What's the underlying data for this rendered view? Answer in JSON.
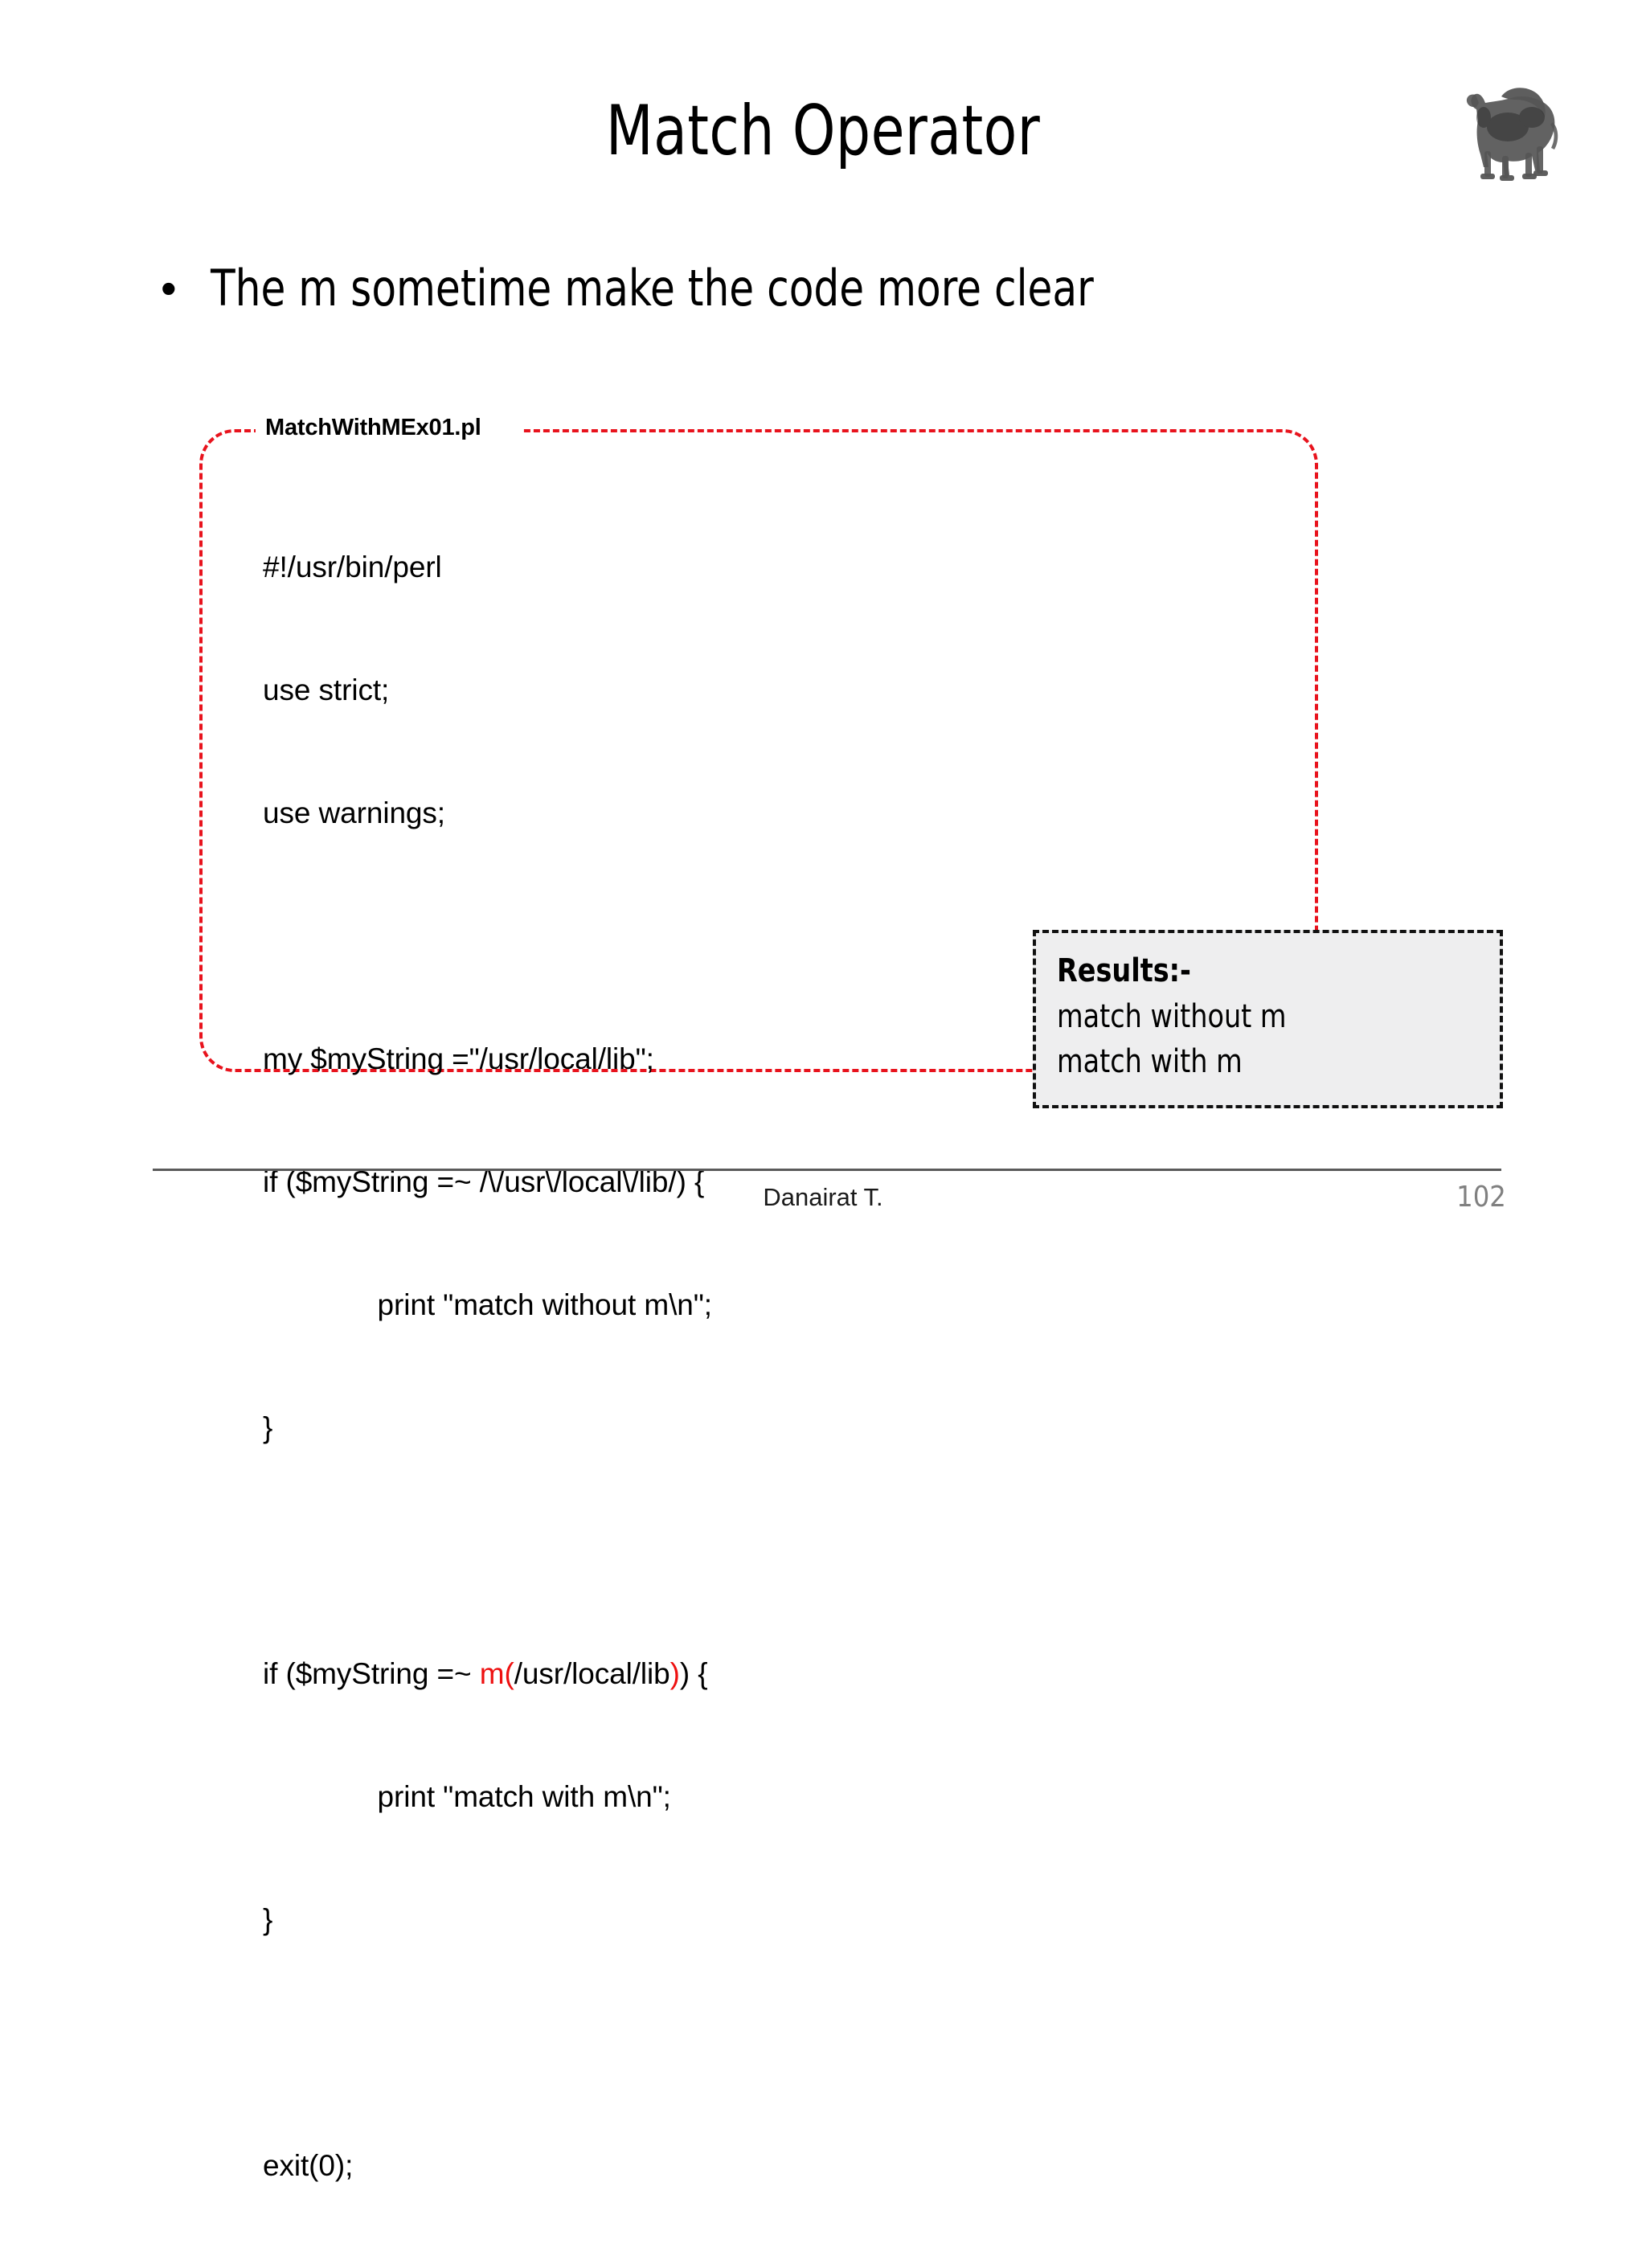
{
  "slide": {
    "title": "Match Operator",
    "page_number": "102",
    "footer_author": "Danairat T.",
    "logo_icon": "perl-camel-icon"
  },
  "bullets": [
    {
      "marker": "•",
      "text": "The m sometime make the code more clear"
    }
  ],
  "code_callout": {
    "file_label": "MatchWithMEx01.pl",
    "border_color": "#e8131d",
    "highlight_color": "#ee1111",
    "lines": [
      {
        "type": "plain",
        "text": "#!/usr/bin/perl"
      },
      {
        "type": "plain",
        "text": "use strict;"
      },
      {
        "type": "plain",
        "text": "use warnings;"
      },
      {
        "type": "blank",
        "text": ""
      },
      {
        "type": "plain",
        "text": "my $myString =\"/usr/local/lib\";"
      },
      {
        "type": "plain",
        "text": "if ($myString =~ /\\/usr\\/local\\/lib/) {"
      },
      {
        "type": "plain",
        "text": "              print \"match without m\\n\";"
      },
      {
        "type": "plain",
        "text": "}"
      },
      {
        "type": "blank",
        "text": ""
      },
      {
        "type": "highlight",
        "prefix": "if ($myString =~ ",
        "mark_open": "m(",
        "inner": "/usr/local/lib",
        "mark_close": ")",
        "suffix": ") {"
      },
      {
        "type": "plain",
        "text": "              print \"match with m\\n\";"
      },
      {
        "type": "plain",
        "text": "}"
      },
      {
        "type": "blank",
        "text": ""
      },
      {
        "type": "plain",
        "text": "exit(0);"
      }
    ]
  },
  "results_box": {
    "title": "Results:-",
    "background": "#eeeeef",
    "border_color": "#111111",
    "lines": [
      "match without m",
      "match with m"
    ]
  }
}
